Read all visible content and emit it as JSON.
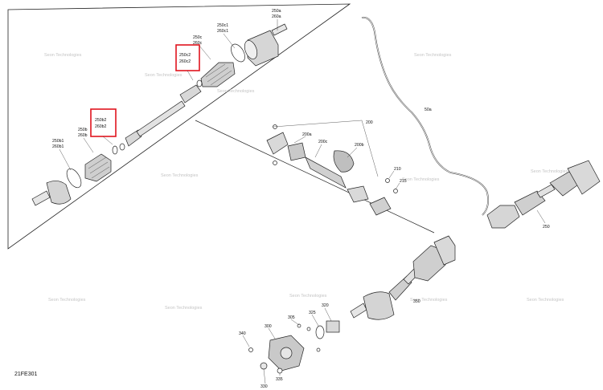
{
  "diagram_code": "21FE301",
  "watermark_text": "Seon Technologies",
  "highlight_color": "#e0141e",
  "labels": {
    "l250a": "250a",
    "l260a": "260a",
    "l250c1": "250c1",
    "l260c1": "260c1",
    "l250c": "250c",
    "l260c": "260c",
    "l250c2": "250c2",
    "l260c2": "260c2",
    "l250b2": "250b2",
    "l260b2": "260b2",
    "l250b": "250b",
    "l260b": "260b",
    "l250b1": "250b1",
    "l260b1": "260b1",
    "l200": "200",
    "l200a": "200a",
    "l200c": "200c",
    "l200b": "200b",
    "l210": "210",
    "l215": "215",
    "l50a": "50a",
    "l250": "250",
    "l350": "350",
    "l320": "320",
    "l325": "325",
    "l305": "305",
    "l300": "300",
    "l340": "340",
    "l335": "335",
    "l330": "330"
  }
}
